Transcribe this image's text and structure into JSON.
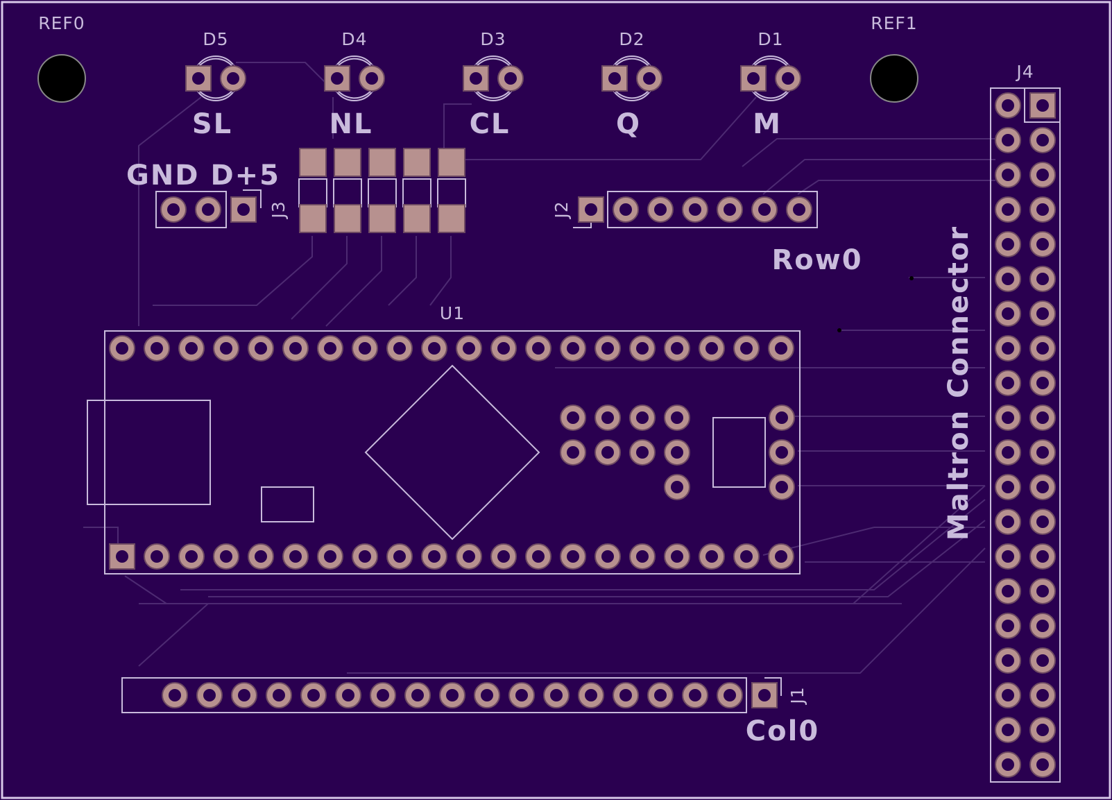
{
  "board": {
    "background_color": "#2a0050",
    "silkscreen_color": "#c9bbdc",
    "pad_color": "#b7918f"
  },
  "mounting_holes": [
    {
      "ref": "REF0"
    },
    {
      "ref": "REF1"
    }
  ],
  "leds": [
    {
      "ref": "D5",
      "label": "SL"
    },
    {
      "ref": "D4",
      "label": "NL"
    },
    {
      "ref": "D3",
      "label": "CL"
    },
    {
      "ref": "D2",
      "label": "Q"
    },
    {
      "ref": "D1",
      "label": "M"
    }
  ],
  "headers": {
    "j1": {
      "ref": "J1",
      "label": "Col0",
      "pins": 18
    },
    "j2": {
      "ref": "J2",
      "pins": 7
    },
    "j3": {
      "ref": "J3",
      "pin_labels": "GND D+5",
      "pins": 3
    },
    "j4": {
      "ref": "J4",
      "label": "Maltron Connector",
      "pins": 40
    }
  },
  "row_label": "Row0",
  "u1": {
    "ref": "U1"
  }
}
